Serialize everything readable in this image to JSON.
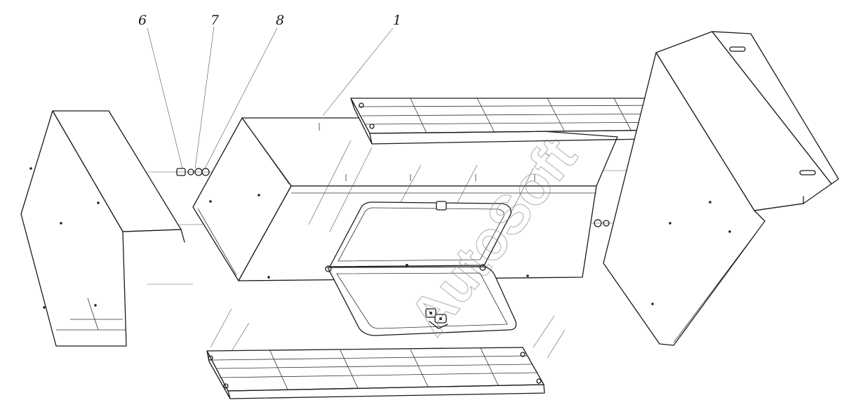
{
  "callouts": [
    {
      "id": "6",
      "label": "6"
    },
    {
      "id": "7",
      "label": "7"
    },
    {
      "id": "8",
      "label": "8"
    },
    {
      "id": "1",
      "label": "1"
    }
  ],
  "watermark": {
    "text": "AutoSoft"
  }
}
